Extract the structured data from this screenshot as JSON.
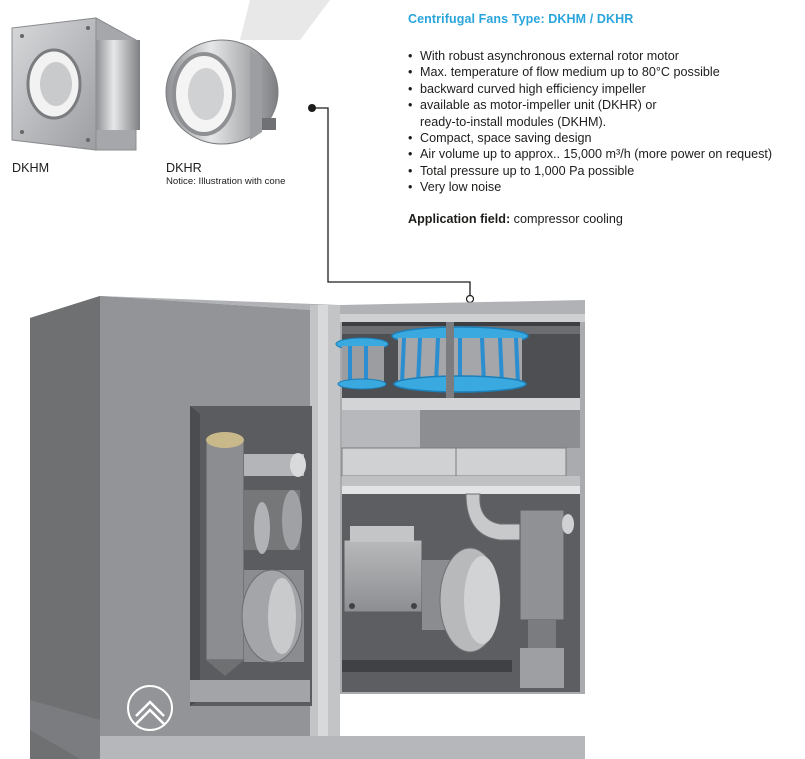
{
  "spec": {
    "title": "Centrifugal Fans Type: DKHM / DKHR",
    "features": [
      "With robust asynchronous external rotor motor",
      "Max. temperature of flow medium up to 80°C possible",
      "backward curved high efficiency impeller",
      "available as motor-impeller unit (DKHR) or\n  ready-to-install modules (DKHM).",
      "Compact, space saving design",
      "Air volume up to approx.. 15,000 m³/h (more power on request)",
      "Total pressure up to 1,000  Pa possible",
      "Very low noise"
    ],
    "application_label": "Application field:",
    "application_value": "compressor cooling"
  },
  "products": {
    "dkhm_caption": "DKHM",
    "dkhr_caption": "DKHR",
    "dkhr_notice": "Notice: Illustration with cone"
  },
  "colors": {
    "accent": "#2aa5dc",
    "fan_blue": "#39a9e0",
    "housing_dark": "#6e7072",
    "housing_light": "#c8c9cb"
  }
}
